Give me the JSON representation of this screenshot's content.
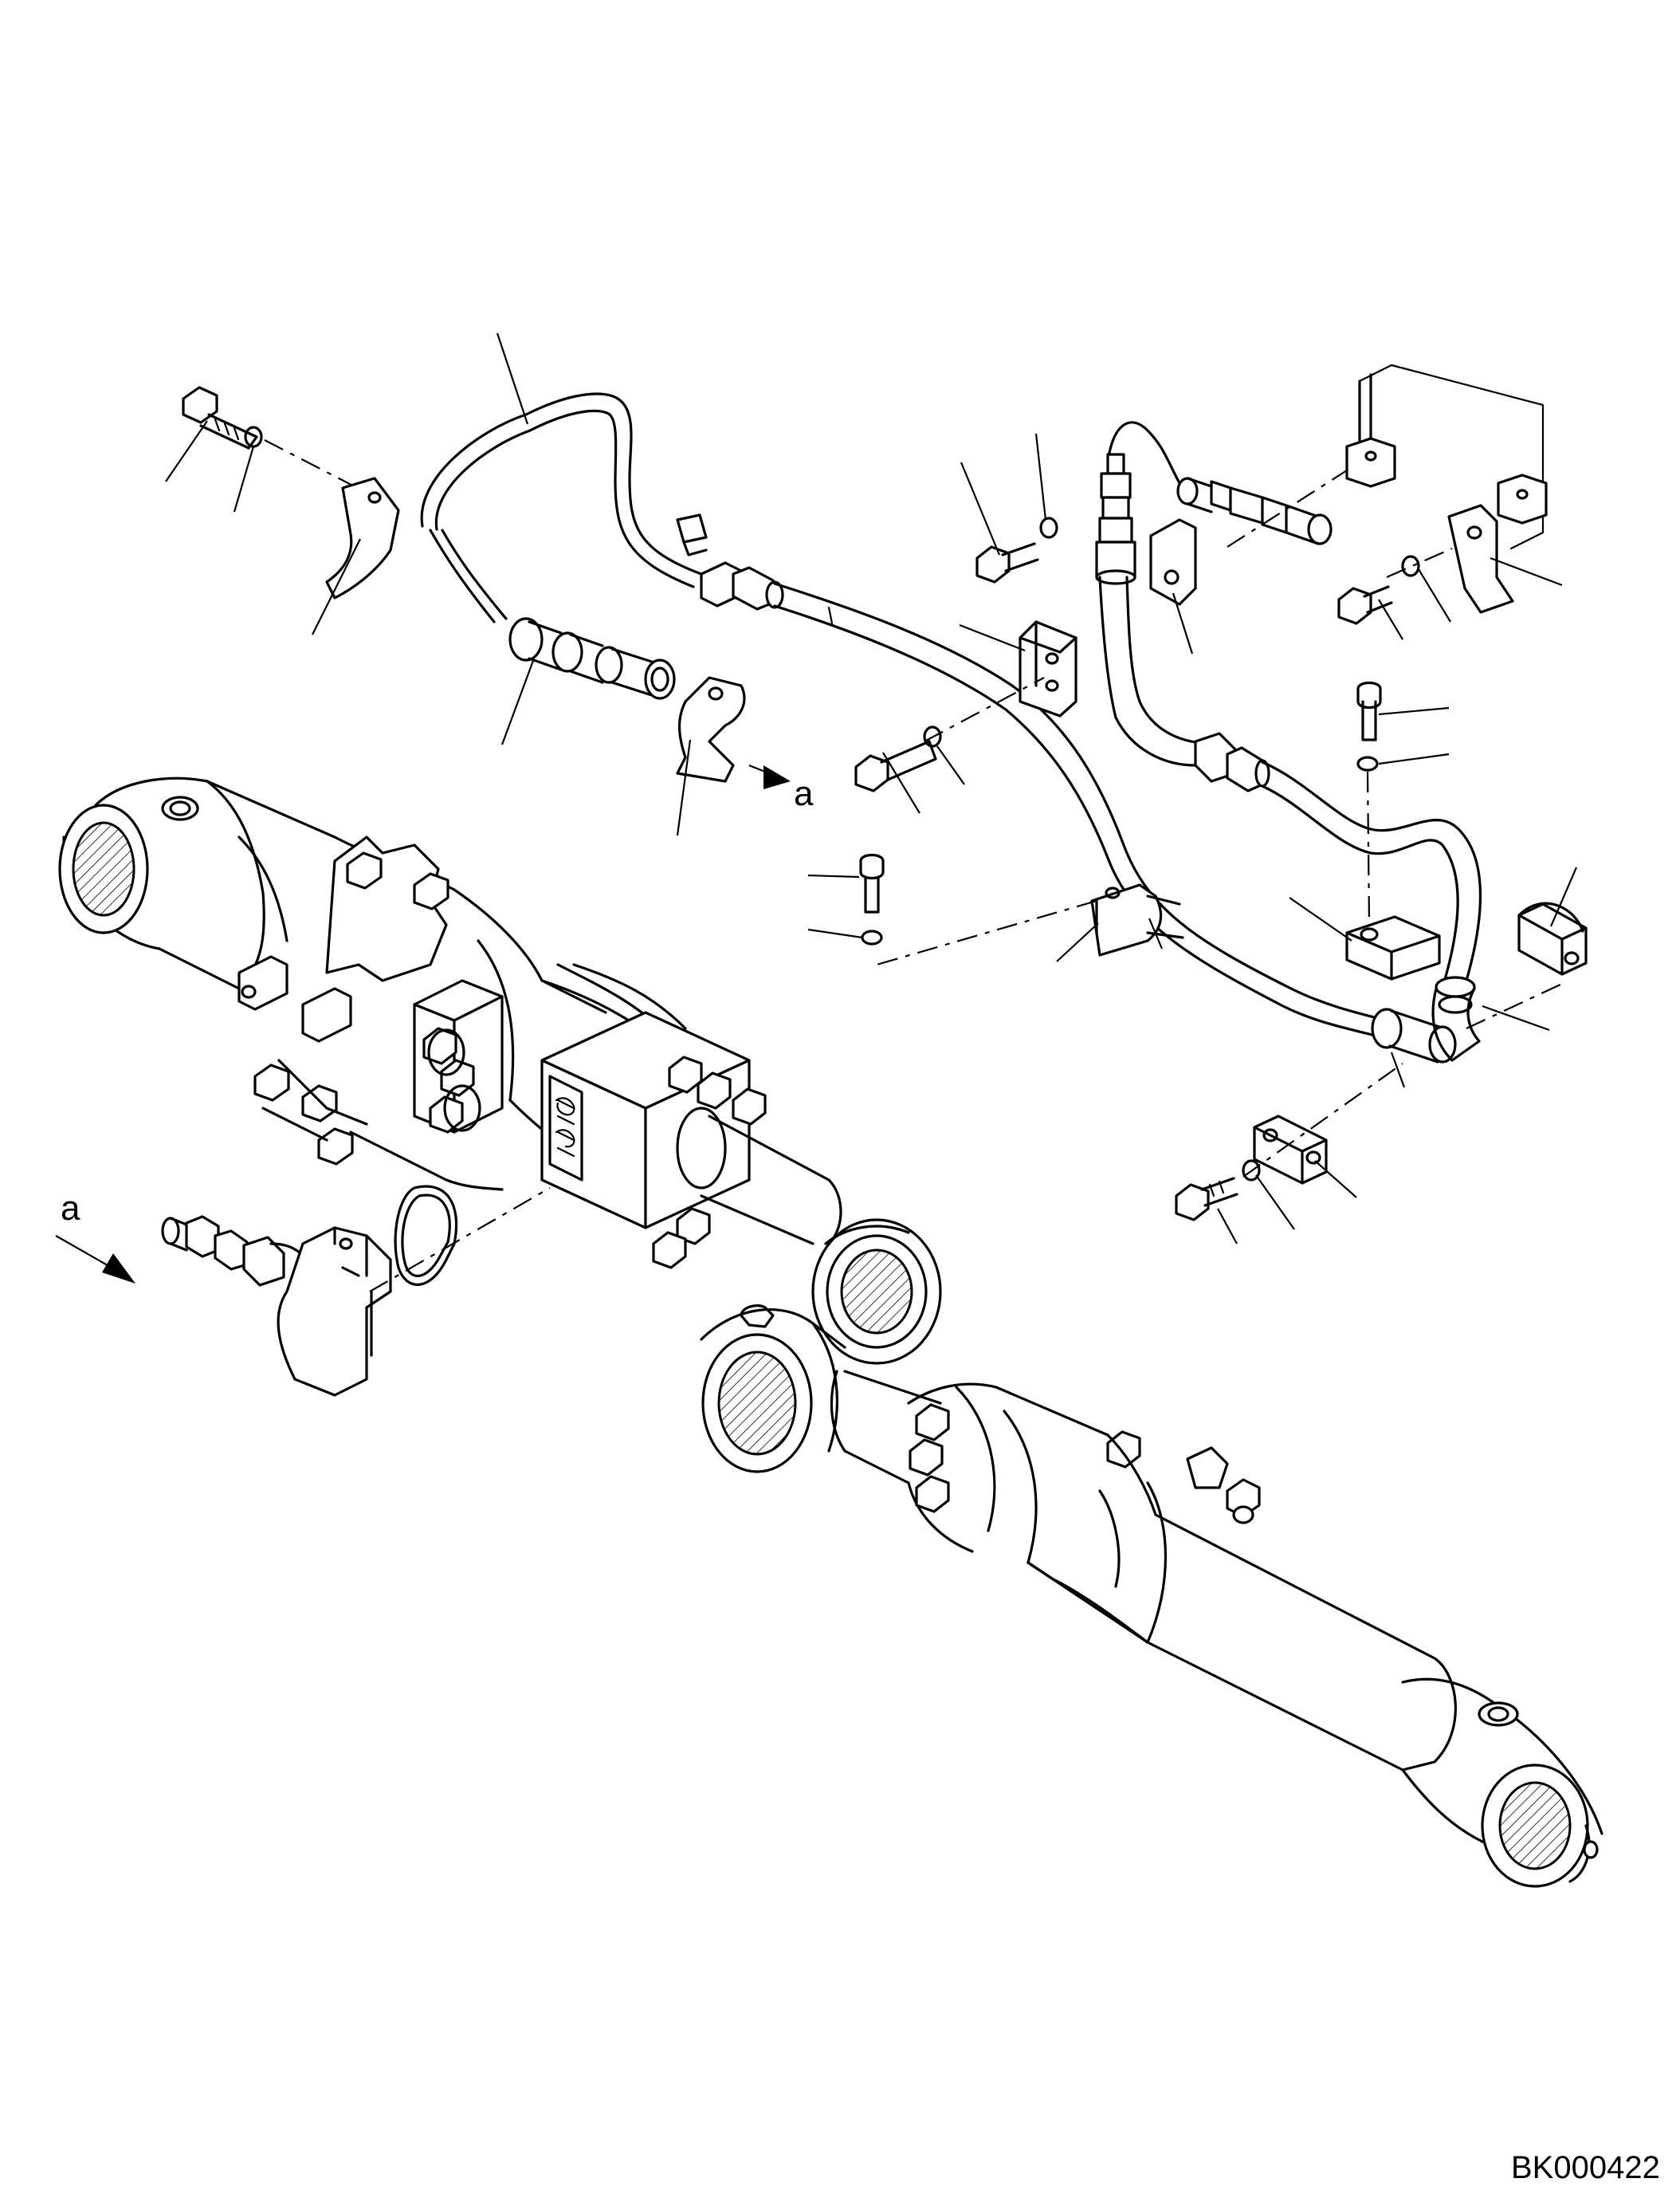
{
  "drawing": {
    "code": "BK000422",
    "view_marker_start": "a",
    "view_marker_end": "a"
  }
}
